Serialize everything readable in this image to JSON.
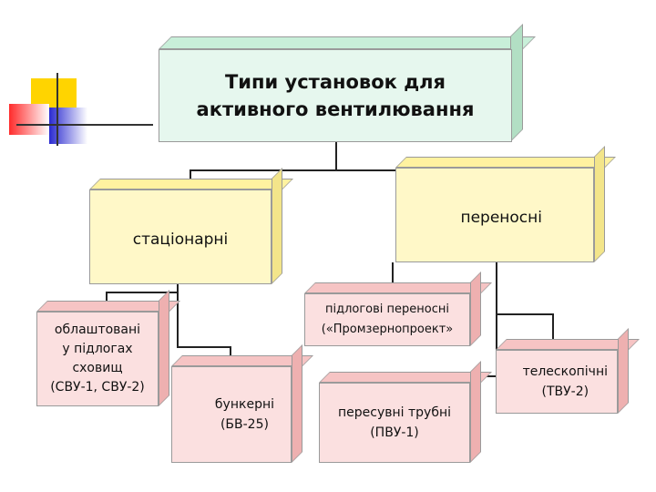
{
  "root": {
    "text": "Типи установок для\nактивного вентилювання"
  },
  "stationary": {
    "text": "стаціонарні"
  },
  "portable": {
    "text": "переносні"
  },
  "floor_storage": {
    "text": "облаштовані\nу підлогах\nсховищ\n(СВУ-1, СВУ-2)"
  },
  "bunker": {
    "text": "бункерні\n(БВ-25)"
  },
  "floor_portable": {
    "text": "підлогові переносні\n(«Промзернопроект»"
  },
  "mobile_pipe": {
    "text": "пересувні трубні\n(ПВУ-1)"
  },
  "telescopic": {
    "text": "телескопічні\n(ТВУ-2)"
  },
  "colors": {
    "root_front": "#e6f7ee",
    "root_top": "#c8efd9",
    "root_side": "#b2dfc4",
    "yellow_front": "#fff8c8",
    "yellow_top": "#fff2a0",
    "yellow_side": "#f3e58a",
    "pink_front": "#fbe0e0",
    "pink_top": "#f6c4c4",
    "pink_side": "#eeb0b0"
  }
}
